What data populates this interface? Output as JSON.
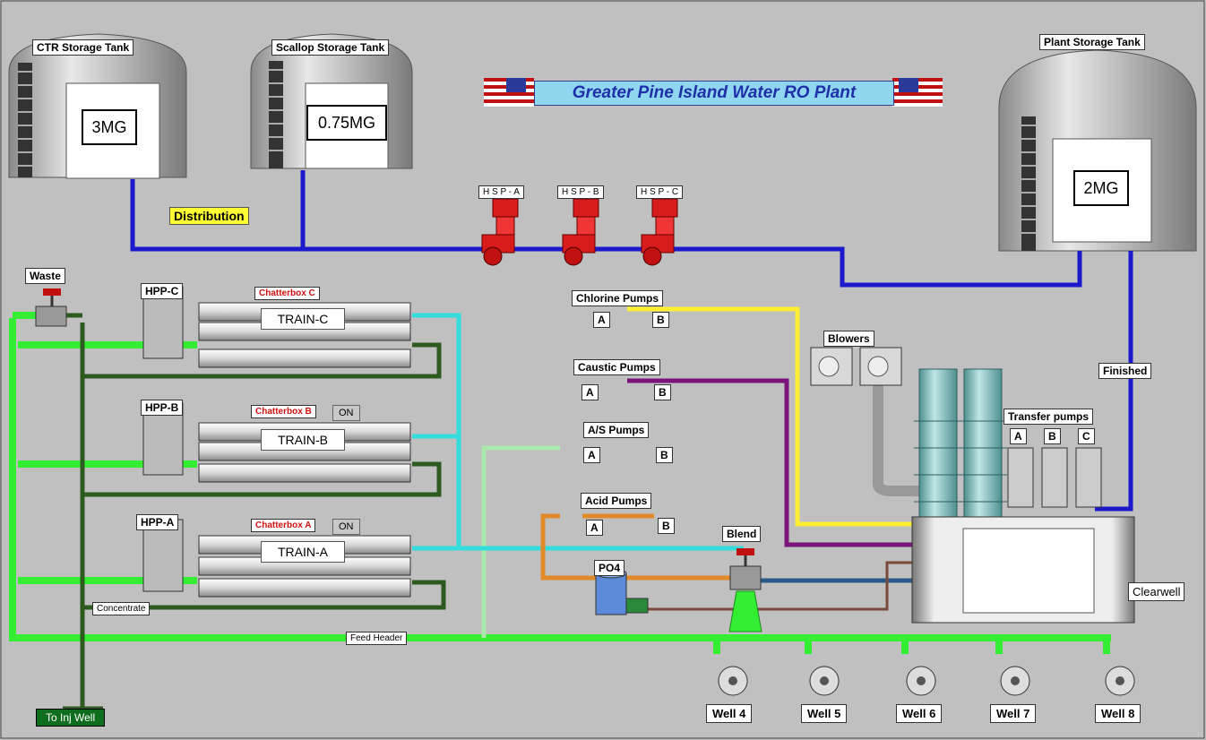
{
  "title": "Greater Pine Island Water RO Plant",
  "colors": {
    "background": "#c0c0c0",
    "distribution_pipe": "#1a1acc",
    "feed_pipe": "#33ee33",
    "concentrate_pipe": "#2d5a1e",
    "permeate_pipe": "#33dddd",
    "chlorine_pipe": "#ffee33",
    "caustic_pipe": "#7a147a",
    "as_pipe": "#aaeaaa",
    "acid_pipe": "#e08a2a",
    "pump_red": "#d81b1b"
  },
  "tanks": {
    "ctr": {
      "label": "CTR Storage Tank",
      "volume": "3MG"
    },
    "scallop": {
      "label": "Scallop Storage Tank",
      "volume": "0.75MG"
    },
    "plant": {
      "label": "Plant Storage Tank",
      "volume": "2MG"
    }
  },
  "distribution_label": "Distribution",
  "high_service_pumps": [
    "H S P - A",
    "H S P - B",
    "H S P - C"
  ],
  "waste_label": "Waste",
  "trains": [
    {
      "hpp": "HPP-C",
      "chatterbox": "Chatterbox C",
      "status": "",
      "name": "TRAIN-C"
    },
    {
      "hpp": "HPP-B",
      "chatterbox": "Chatterbox B",
      "status": "ON",
      "name": "TRAIN-B"
    },
    {
      "hpp": "HPP-A",
      "chatterbox": "Chatterbox A",
      "status": "ON",
      "name": "TRAIN-A"
    }
  ],
  "concentrate_label": "Concentrate",
  "feed_header_label": "Feed Header",
  "inj_well_label": "To Inj Well",
  "chemical_pumps": {
    "chlorine": {
      "label": "Chlorine Pumps",
      "a": "A",
      "b": "B"
    },
    "caustic": {
      "label": "Caustic Pumps",
      "a": "A",
      "b": "B"
    },
    "as": {
      "label": "A/S Pumps",
      "a": "A",
      "b": "B"
    },
    "acid": {
      "label": "Acid Pumps",
      "a": "A",
      "b": "B"
    }
  },
  "blowers_label": "Blowers",
  "blend_label": "Blend",
  "po4_label": "PO4",
  "finished_label": "Finished",
  "transfer": {
    "label": "Transfer pumps",
    "pumps": [
      "A",
      "B",
      "C"
    ]
  },
  "clearwell_label": "Clearwell",
  "wells": [
    "Well 4",
    "Well 5",
    "Well 6",
    "Well 7",
    "Well 8"
  ]
}
